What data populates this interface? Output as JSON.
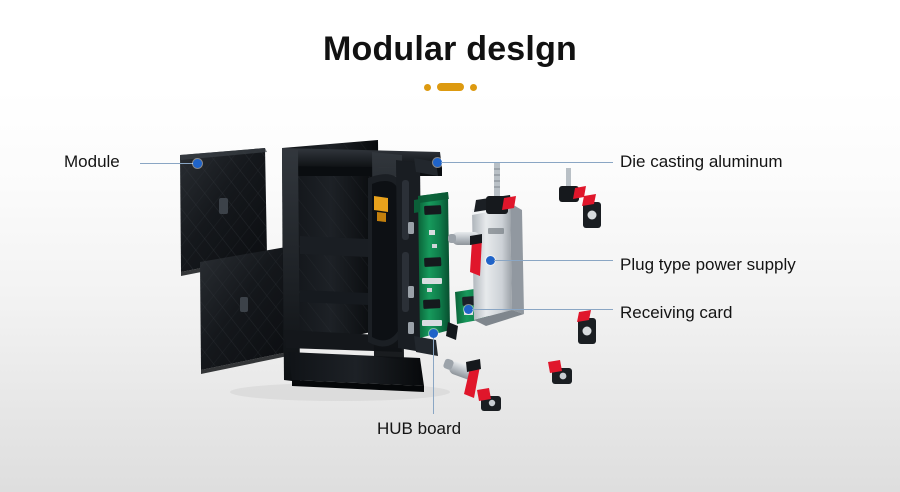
{
  "header": {
    "title": "Modular deslgn",
    "accent_color": "#dd9a10",
    "divider": [
      "dot",
      "pill",
      "dot"
    ]
  },
  "colors": {
    "accent": "#dd9a10",
    "anchor": "#1f63c8",
    "leader": "#8aa6c4",
    "text": "#141414",
    "bg_top": "#ffffff",
    "bg_bottom": "#dedede",
    "cabinet_black": "#15171a",
    "pcb_green": "#0f7a4a",
    "psu_silver": "#c9ced3",
    "handle_red": "#e0162b"
  },
  "callouts": [
    {
      "id": "module",
      "label": "Module",
      "side": "left"
    },
    {
      "id": "die-casting-aluminum",
      "label": "Die casting aluminum",
      "side": "right"
    },
    {
      "id": "plug-type-power-supply",
      "label": "Plug type power supply",
      "side": "right"
    },
    {
      "id": "receiving-card",
      "label": "Receiving card",
      "side": "right"
    },
    {
      "id": "hub-board",
      "label": "HUB board",
      "side": "bottom"
    }
  ],
  "illustration": {
    "type": "exploded-view",
    "subject": "led-display-cabinet",
    "parts": [
      "led-module-front",
      "led-module-lower",
      "die-cast-cabinet-frame",
      "hub-board-pcb",
      "receiving-card-pcb",
      "plug-type-power-supply",
      "locking-bolt",
      "corner-bracket"
    ]
  }
}
